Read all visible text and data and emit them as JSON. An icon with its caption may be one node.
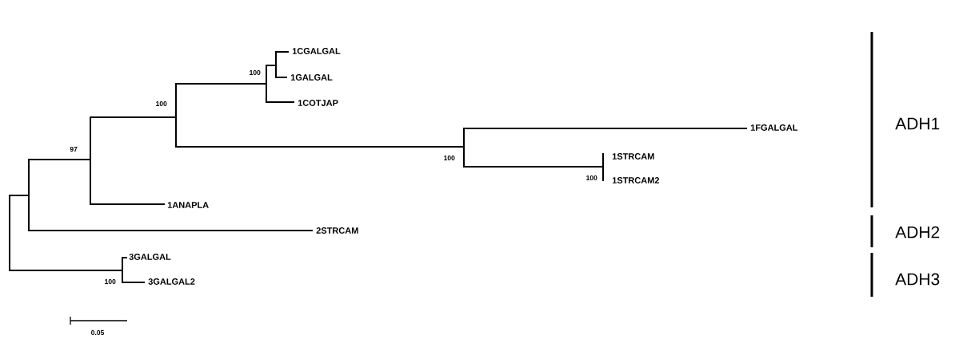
{
  "diagram": {
    "labels": [
      "1CGALGAL",
      "1GALGAL",
      "1COTJAP",
      "1FGALGAL",
      "1STRCAM",
      "1STRCAM2",
      "1ANAPLA",
      "2STRCAM",
      "3GALGAL",
      "3GALGAL2",
      "100",
      "100",
      "97",
      "100",
      "100",
      "100",
      "0.05",
      "ADH1",
      "ADH2",
      "ADH3"
    ]
  }
}
